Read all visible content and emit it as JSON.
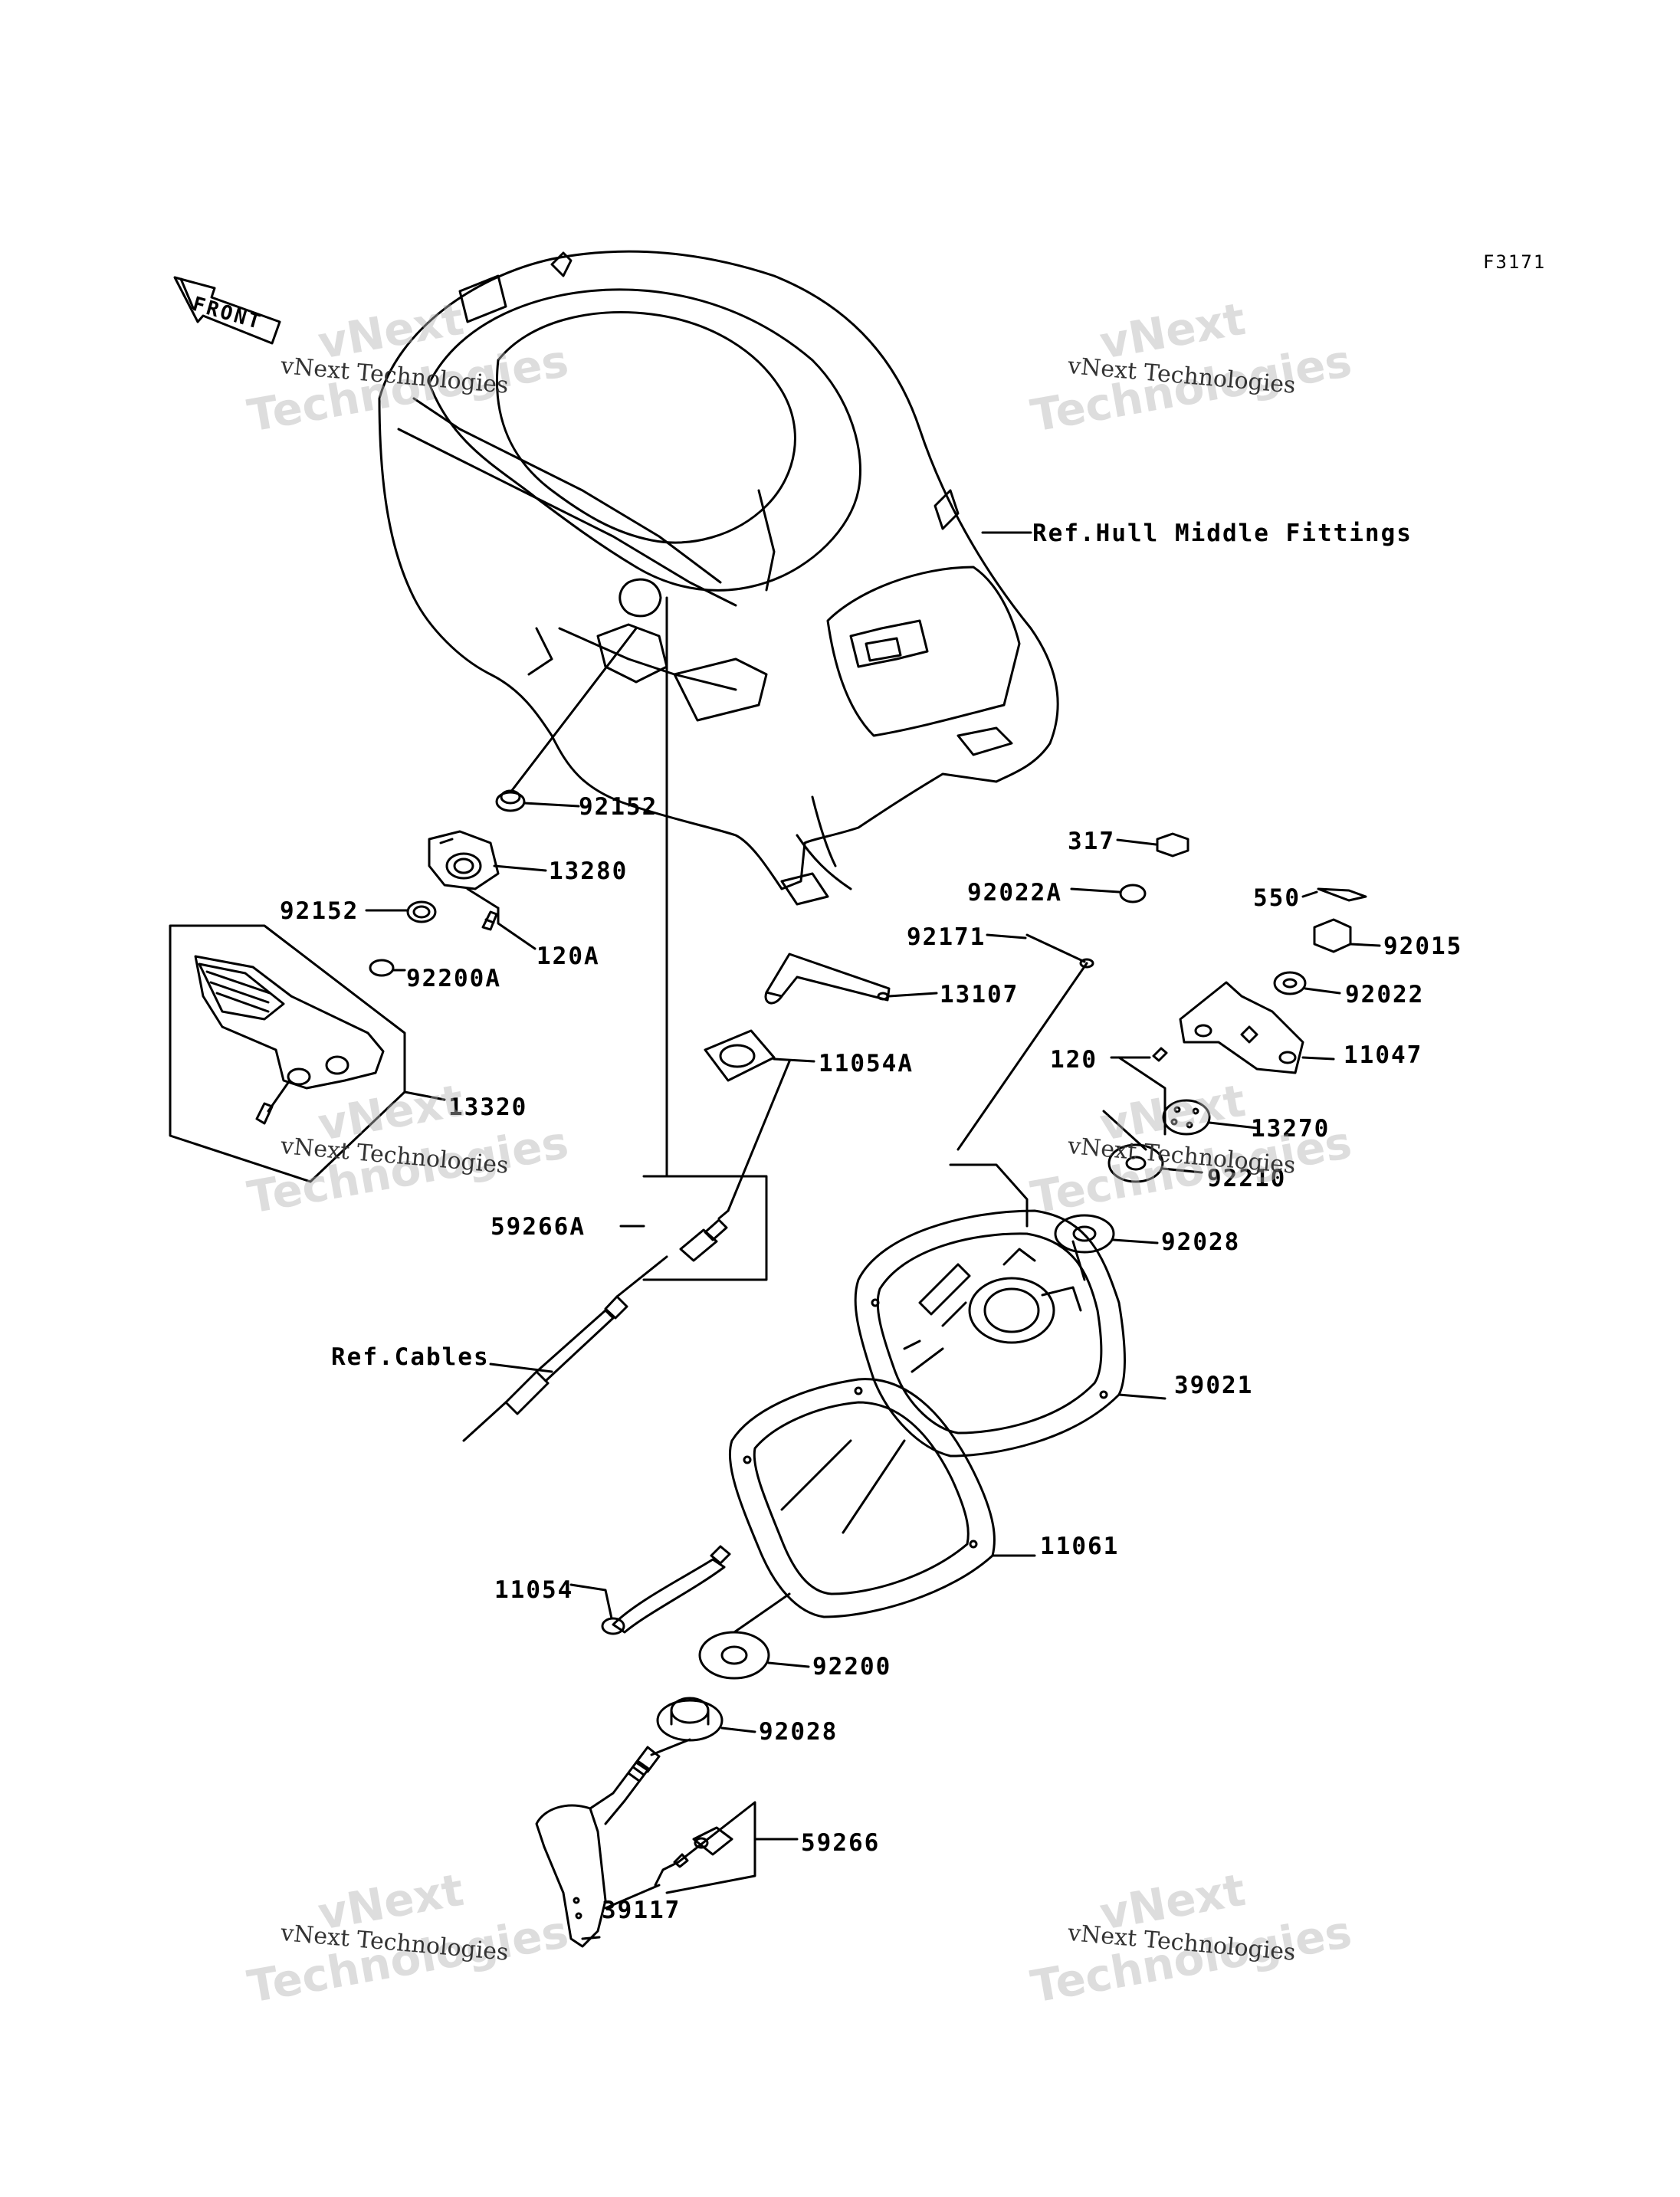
{
  "figure_code": "F3171",
  "front_label": "FRONT",
  "watermark": {
    "small_text": "vNext Technologies",
    "big_line1": "vNext",
    "big_line2": "Technologies"
  },
  "labels": {
    "ref_hull": "Ref.Hull Middle Fittings",
    "p92152_top": "92152",
    "p13280": "13280",
    "p92152_left": "92152",
    "p120A": "120A",
    "p92200A": "92200A",
    "p13320": "13320",
    "p317": "317",
    "p92022A": "92022A",
    "p550": "550",
    "p92171": "92171",
    "p92015": "92015",
    "p13107": "13107",
    "p92022": "92022",
    "p11054A": "11054A",
    "p120": "120",
    "p11047": "11047",
    "p13270": "13270",
    "p92210": "92210",
    "p92028_top": "92028",
    "p59266A": "59266A",
    "p39021": "39021",
    "ref_cables": "Ref.Cables",
    "p11061": "11061",
    "p11054": "11054",
    "p92200": "92200",
    "p92028_bottom": "92028",
    "p59266": "59266",
    "p39117": "39117"
  },
  "colors": {
    "line": "#000000",
    "background": "#ffffff"
  }
}
